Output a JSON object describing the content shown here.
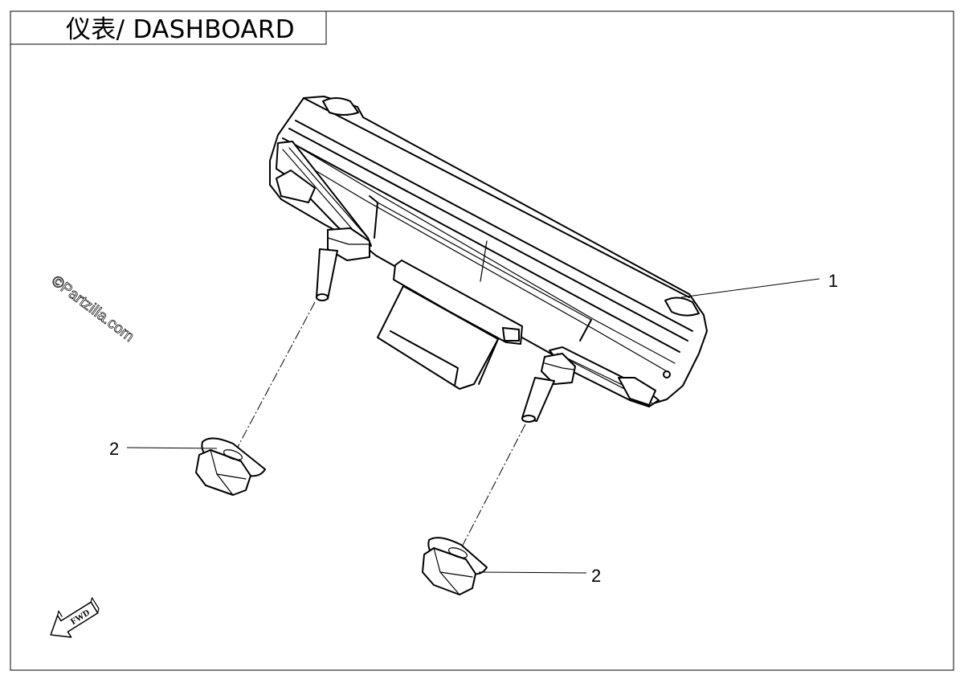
{
  "title": "仪表/ DASHBOARD",
  "watermark": "©Partzilla.com",
  "fwd_label": "FWD",
  "callouts": [
    {
      "id": "dashboard-assembly",
      "number": "1"
    },
    {
      "id": "nut-left",
      "number": "2"
    },
    {
      "id": "nut-right",
      "number": "2"
    }
  ]
}
